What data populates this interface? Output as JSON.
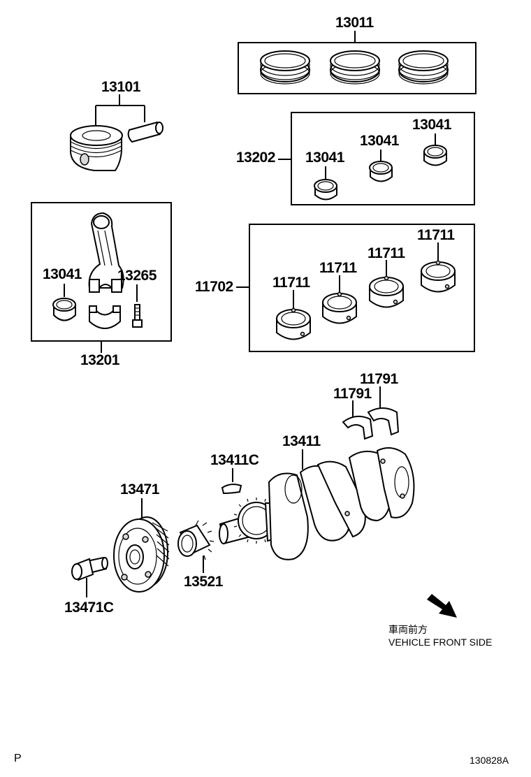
{
  "labels": {
    "piston_ring_set": "13011",
    "piston_with_pin": "13101",
    "conrod_bearing_set": "13202",
    "conrod_bearing_a": "13041",
    "conrod_bearing_b": "13041",
    "conrod_bearing_c": "13041",
    "crank_bearing_set": "11702",
    "crank_bearing_1": "11711",
    "crank_bearing_2": "11711",
    "crank_bearing_3": "11711",
    "crank_bearing_4": "11711",
    "conrod_assembly": "13201",
    "conrod_bearing_in_rod": "13041",
    "conrod_bolt": "13265",
    "thrust_washer_1": "11791",
    "thrust_washer_2": "11791",
    "crankshaft": "13411",
    "crankshaft_key": "13411C",
    "crank_pulley": "13471",
    "crank_pulley_bolt": "13471C",
    "crank_timing_gear": "13521"
  },
  "front_side_note": {
    "japanese": "車両前方",
    "english": "VEHICLE FRONT SIDE"
  },
  "footer": {
    "left_code": "P",
    "drawing_number": "130828A"
  }
}
